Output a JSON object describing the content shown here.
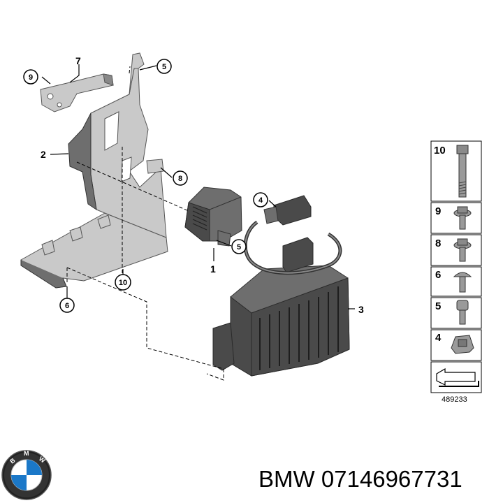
{
  "diagram": {
    "callouts": {
      "c1": "1",
      "c2": "2",
      "c3": "3",
      "c4": "4",
      "c5a": "5",
      "c5b": "5",
      "c6": "6",
      "c7": "7",
      "c8": "8",
      "c9": "9",
      "c10": "10"
    },
    "legend": {
      "items": [
        {
          "label": "10",
          "icon": "long-bolt-icon"
        },
        {
          "label": "9",
          "icon": "flange-bolt-icon"
        },
        {
          "label": "8",
          "icon": "flange-bolt-icon"
        },
        {
          "label": "6",
          "icon": "round-head-screw-icon"
        },
        {
          "label": "5",
          "icon": "socket-head-bolt-icon"
        },
        {
          "label": "4",
          "icon": "clip-nut-icon"
        }
      ],
      "reference_number": "489233"
    }
  },
  "footer": {
    "brand_text": "BMW 07146967731",
    "logo_letters": "BMW"
  }
}
